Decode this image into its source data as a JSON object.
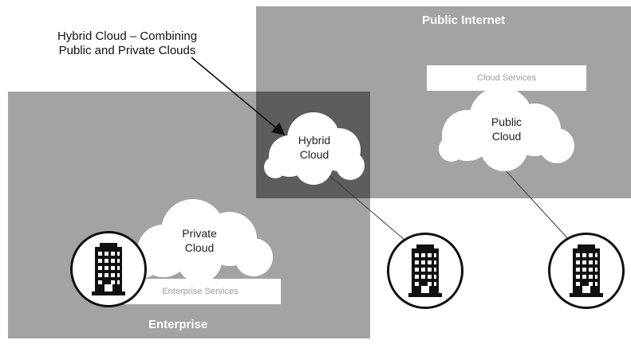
{
  "regions": {
    "public_internet": "Public Internet",
    "enterprise": "Enterprise"
  },
  "services": {
    "cloud": "Cloud Services",
    "enterprise": "Enterprise Services"
  },
  "annotation": {
    "line1": "Hybrid Cloud – Combining",
    "line2": "Public and Private Clouds"
  },
  "clouds": {
    "hybrid": {
      "line1": "Hybrid",
      "line2": "Cloud"
    },
    "public": {
      "line1": "Public",
      "line2": "Cloud"
    },
    "private": {
      "line1": "Private",
      "line2": "Cloud"
    }
  },
  "colors": {
    "region_fill": "#a3a3a3",
    "hybrid_fill": "#5d5d5d",
    "cloud_fill": "#ffffff",
    "icon_ink": "#111111"
  },
  "icons": [
    "building-icon",
    "building-icon",
    "building-icon"
  ]
}
